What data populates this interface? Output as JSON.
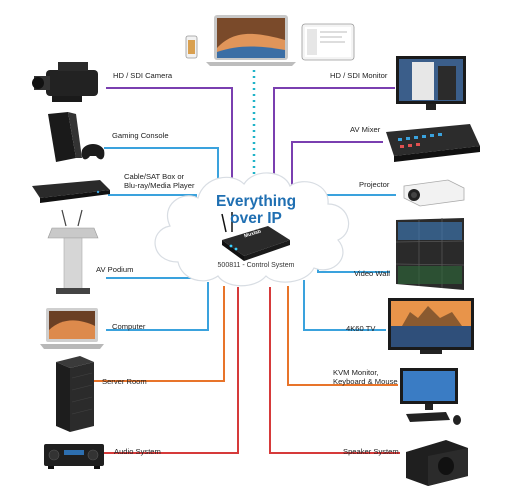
{
  "center": {
    "title_line1": "Everything",
    "title_line2": "over IP",
    "device_brand": "Muxlab",
    "subtitle": "500811 - Control System"
  },
  "devices_left": [
    {
      "label": "HD / SDI Camera",
      "color": "#7a3fb0"
    },
    {
      "label": "Gaming Console",
      "color": "#3aa2dd"
    },
    {
      "label_line1": "Cable/SAT Box or",
      "label_line2": "Blu-ray/Media Player",
      "color": "#3aa2dd"
    },
    {
      "label": "AV Podium",
      "color": "#3aa2dd"
    },
    {
      "label": "Computer",
      "color": "#3aa2dd"
    },
    {
      "label": "Server Room",
      "color": "#e8742a"
    },
    {
      "label": "Audio System",
      "color": "#d63a3a"
    }
  ],
  "devices_right": [
    {
      "label": "HD / SDI Monitor",
      "color": "#7a3fb0"
    },
    {
      "label": "AV Mixer",
      "color": "#7a3fb0"
    },
    {
      "label": "Projector",
      "color": "#3aa2dd"
    },
    {
      "label": "Video Wall",
      "color": "#3aa2dd"
    },
    {
      "label": "4K60 TV",
      "color": "#3aa2dd"
    },
    {
      "label_line1": "KVM Monitor,",
      "label_line2": "Keyboard & Mouse",
      "color": "#e8742a"
    },
    {
      "label": "Speaker System",
      "color": "#d63a3a"
    }
  ],
  "top_link_color": "#1fb3c8"
}
